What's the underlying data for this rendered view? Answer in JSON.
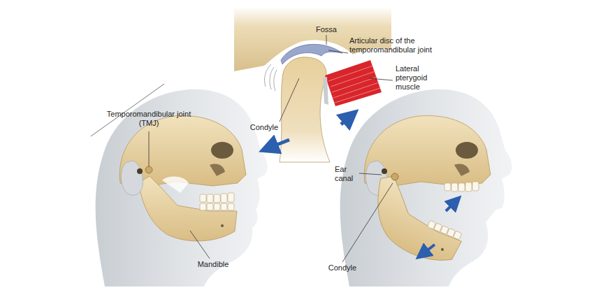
{
  "diagram": {
    "labels": [
      "Fossa",
      "Articular disc of the temporomandibular joint",
      "Lateral pterygoid muscle",
      "Condyle",
      "Temporomandibular joint (TMJ)",
      "Ear canal",
      "Mandible",
      "Condyle"
    ]
  }
}
